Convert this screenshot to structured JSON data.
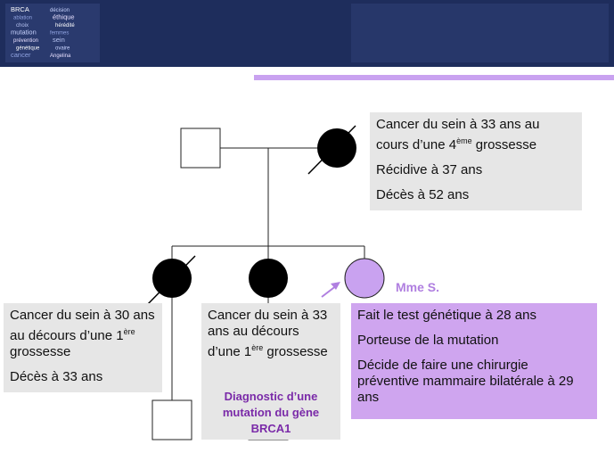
{
  "colors": {
    "header_bg": "#1e2d5c",
    "accent_bar": "#c9a2f0",
    "box_gray": "#e6e6e6",
    "box_purple": "#cfa5ef",
    "proband_fill": "#c9a2f0",
    "diagnostic_text": "#7a2aa8"
  },
  "logo_words": [
    "BRCA",
    "décision",
    "ablation",
    "éthique",
    "choix",
    "hérédité",
    "mutation",
    "femmes",
    "prévention",
    "sein",
    "génétique",
    "ovaire",
    "cancer",
    "Angelina"
  ],
  "grandmother_box": {
    "line1a": "Cancer du sein à 33 ans au",
    "line1b": "cours d’une 4",
    "line1_sup": "ème",
    "line1c": " grossesse",
    "line2": "Récidive à 37 ans",
    "line3": "Décès à 52 ans"
  },
  "aunt1_box": {
    "line1a": "Cancer du sein à 30 ans au décours d’une 1",
    "line1_sup": "ère",
    "line1b": " grossesse",
    "line2": "Décès à 33 ans"
  },
  "aunt2_box": {
    "line1a": "Cancer du sein à 33 ans au décours d’une 1",
    "line1_sup": "ère",
    "line1b": " grossesse"
  },
  "diagnostic_text": "Diagnostic d’une mutation du gène BRCA1",
  "proband": {
    "label": "Mme S.",
    "line1": "Fait le test génétique à 28 ans",
    "line2": "Porteuse de la mutation",
    "line3": "Décide de faire une chirurgie préventive mammaire bilatérale à 29 ans"
  }
}
